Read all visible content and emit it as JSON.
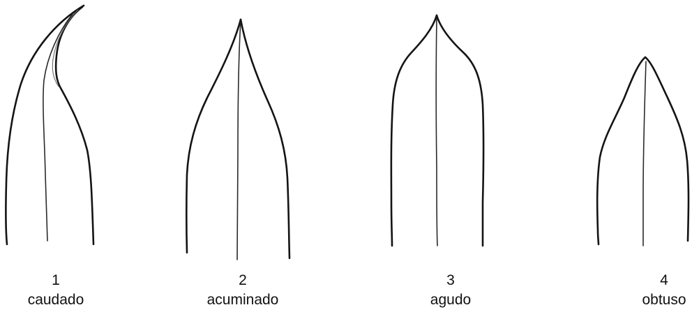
{
  "leaves": [
    {
      "number": "1",
      "name": "caudado"
    },
    {
      "number": "2",
      "name": "acuminado"
    },
    {
      "number": "3",
      "name": "agudo"
    },
    {
      "number": "4",
      "name": "obtuso"
    }
  ],
  "colors": {
    "background": "#ffffff",
    "ink": "#141414"
  }
}
